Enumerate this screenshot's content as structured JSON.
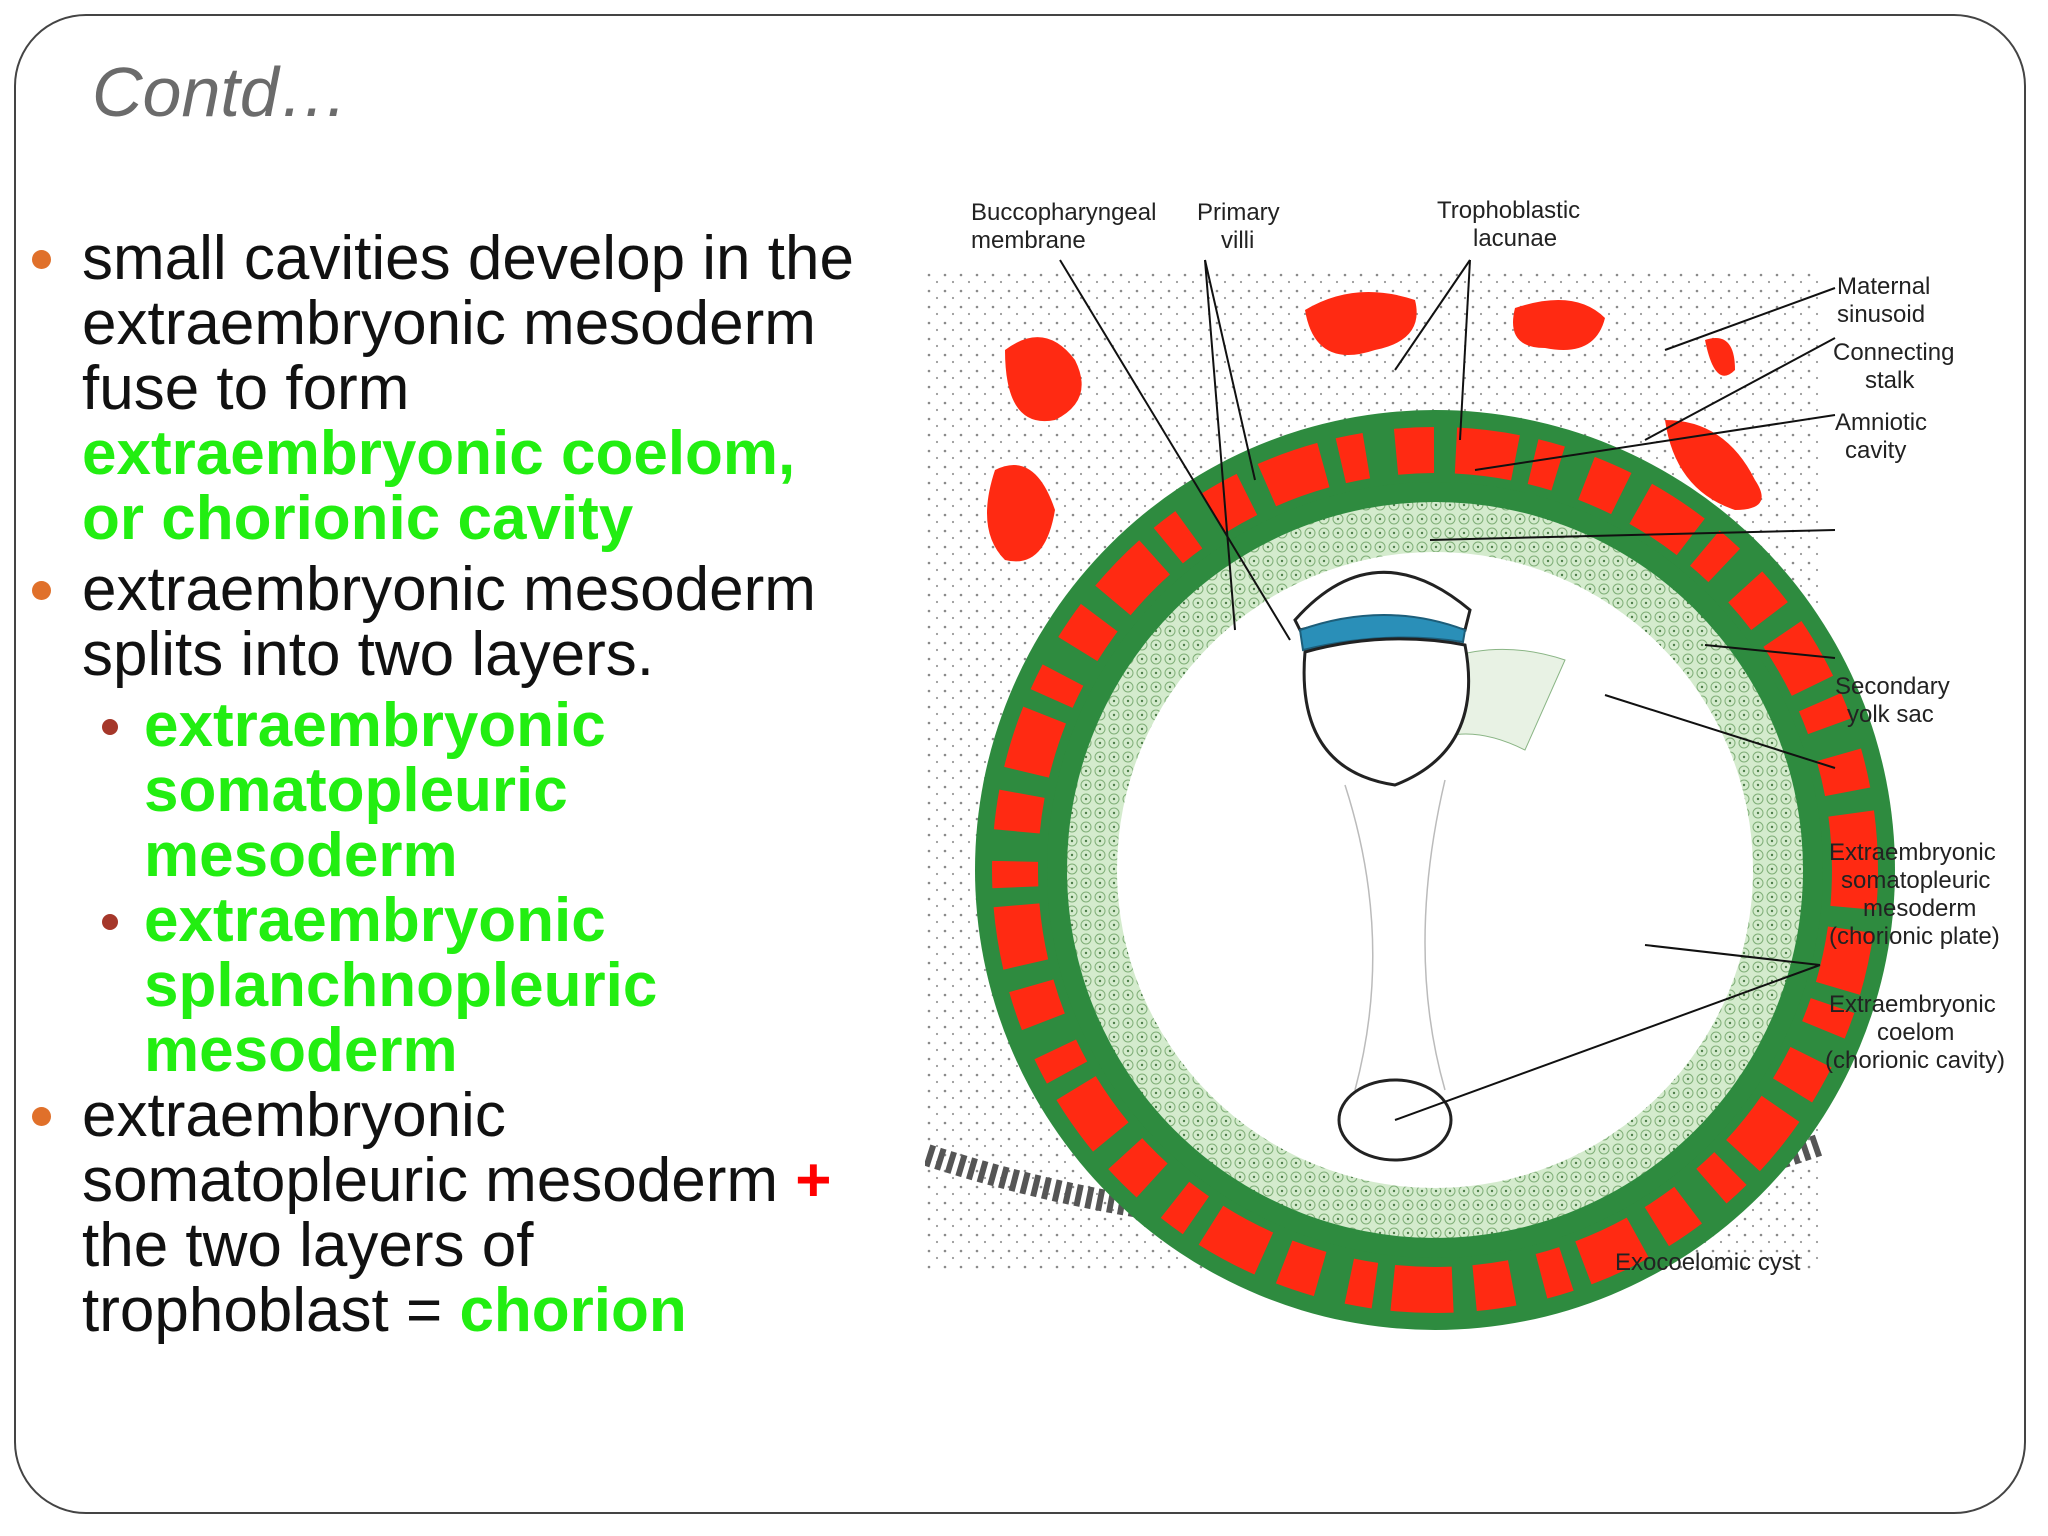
{
  "slide": {
    "title": "Contd…",
    "bullet1": {
      "line1": "small cavities develop in the",
      "line2": "extraembryonic mesoderm",
      "line3": "fuse to form",
      "green1": "extraembryonic coelom,",
      "green2": "or chorionic cavity"
    },
    "bullet2": {
      "line1": "extraembryonic mesoderm",
      "line2": "splits into two layers.",
      "sub1": [
        "extraembryonic",
        "somatopleuric",
        "mesoderm"
      ],
      "sub2": [
        "extraembryonic",
        "splanchnopleuric",
        "mesoderm"
      ]
    },
    "bullet3": {
      "line1": "extraembryonic",
      "line2": "somatopleuric mesoderm",
      "plus": "+",
      "line3": "the two layers of",
      "line4": "trophoblast  =",
      "green": "chorion"
    }
  },
  "diagram": {
    "labels": {
      "bucco1": "Buccopharyngeal",
      "bucco2": "membrane",
      "primary1": "Primary",
      "primary2": "villi",
      "tropho1": "Trophoblastic",
      "tropho2": "lacunae",
      "maternal1": "Maternal",
      "maternal2": "sinusoid",
      "connecting1": "Connecting",
      "connecting2": "stalk",
      "amniotic1": "Amniotic",
      "amniotic2": "cavity",
      "yolk1": "Secondary",
      "yolk2": "yolk sac",
      "soma1": "Extraembryonic",
      "soma2": "somatopleuric",
      "soma3": "mesoderm",
      "soma4": "(chorionic plate)",
      "coelom1": "Extraembryonic",
      "coelom2": "coelom",
      "coelom3": "(chorionic cavity)",
      "cyst": "Exocoelomic cyst"
    },
    "colors": {
      "lacunae": "#ff2a12",
      "trophoblast": "#2e8b3f",
      "mesoderm": "#cfe8c8",
      "amnion": "#2a8fb8",
      "endometrium": "#f2f2f2"
    }
  }
}
